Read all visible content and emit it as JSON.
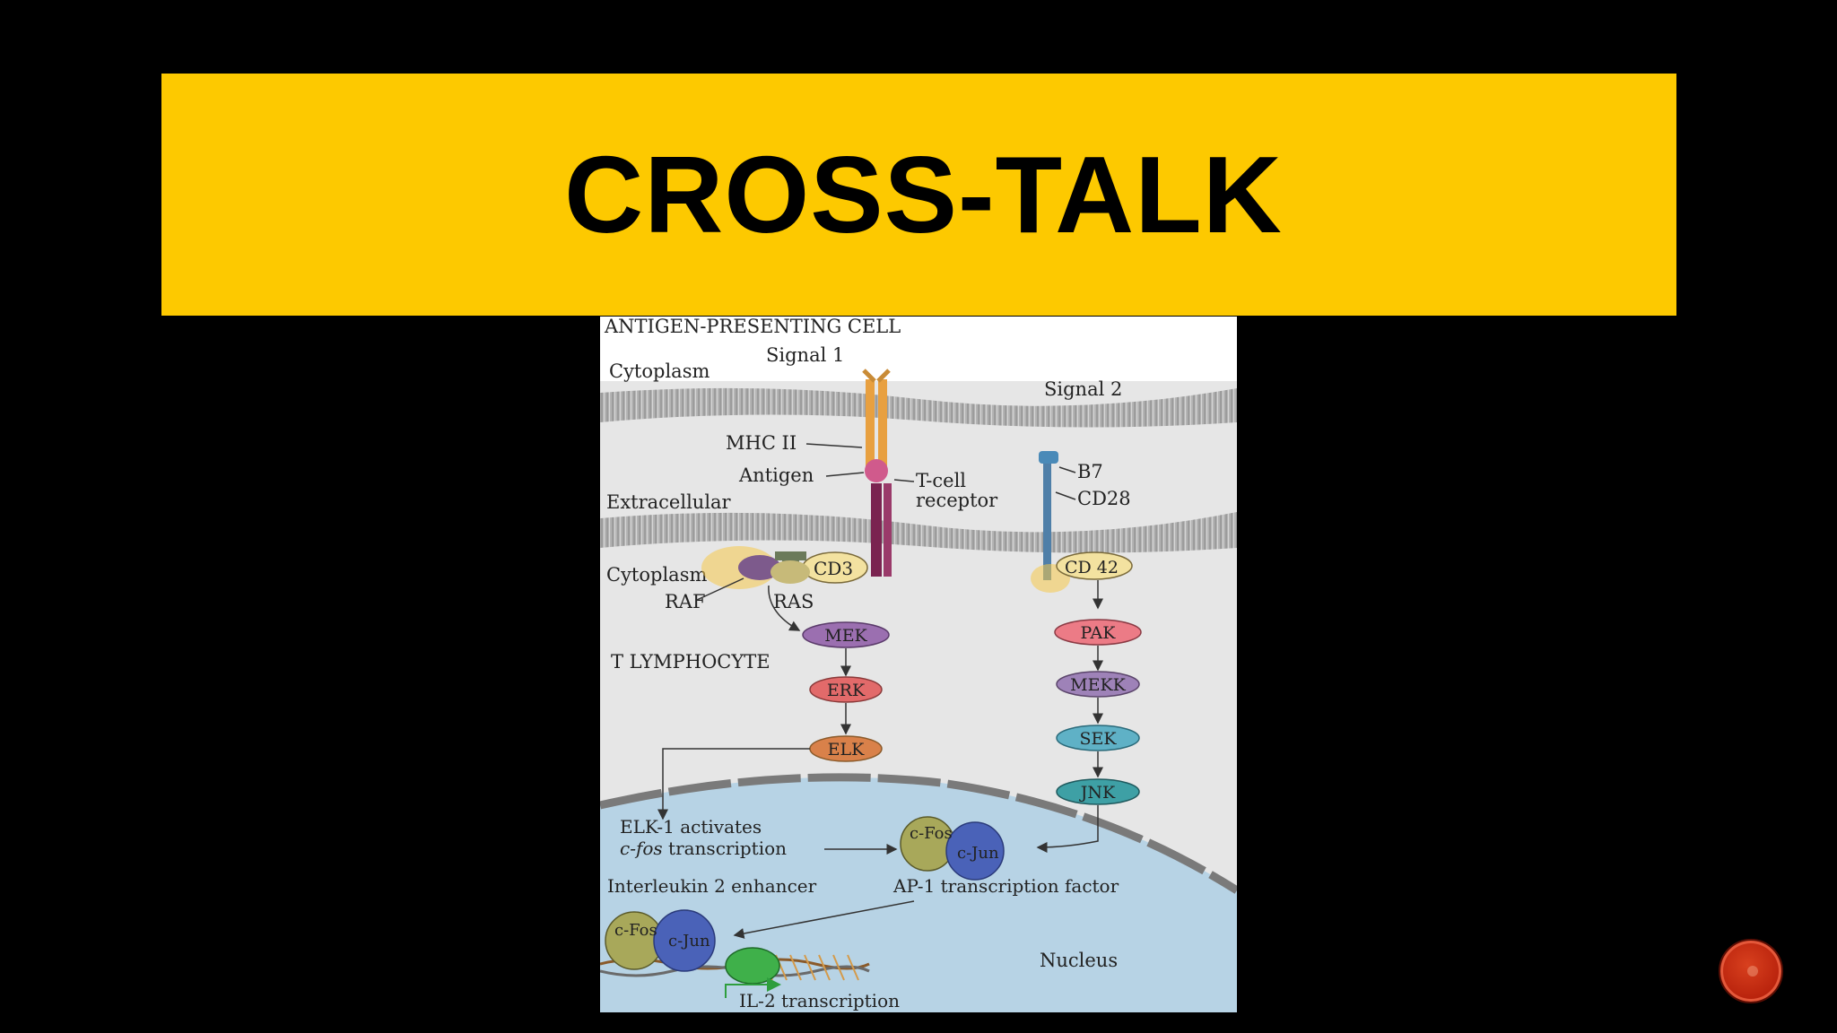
{
  "slide": {
    "title": "CROSS-TALK"
  },
  "figure": {
    "top_label": "ANTIGEN-PRESENTING CELL",
    "signal_1": "Signal 1",
    "signal_2": "Signal 2",
    "cytoplasm_top": "Cytoplasm",
    "extracellular": "Extracellular",
    "cytoplasm_bottom": "Cytoplasm",
    "mhc": "MHC II",
    "antigen": "Antigen",
    "tcr_line1": "T-cell",
    "tcr_line2": "receptor",
    "b7": "B7",
    "cd28": "CD28",
    "cd3": "CD3",
    "raf": "RAF",
    "ras": "RAS",
    "t_lymphocyte": "T LYMPHOCYTE",
    "cd42": "CD 42",
    "left_kinases": [
      "MEK",
      "ERK",
      "ELK"
    ],
    "right_kinases": [
      "PAK",
      "MEKK",
      "SEK",
      "JNK"
    ],
    "elk_line1": "ELK-1 activates",
    "elk_line2_italic": "c-fos",
    "elk_line2_rest": " transcription",
    "c_fos": "c-Fos",
    "c_jun": "c-Jun",
    "ap1": "AP-1 transcription factor",
    "il2_enhancer": "Interleukin 2 enhancer",
    "nucleus": "Nucleus",
    "il2_transcription": "IL-2 transcription"
  },
  "colors": {
    "banner": "#FDC900",
    "background": "#000000",
    "membrane": "#a9a9a9",
    "nucleus": "#b7d3e5",
    "mek": "#9b6fb0",
    "erk": "#e26a6a",
    "elk": "#d9814a",
    "pak": "#ec7b86",
    "mekk": "#9e82b8",
    "sek": "#5fb1c6",
    "jnk": "#3ea0a5",
    "nav_button": "#c62a10"
  },
  "icons": {
    "nav": "red-circle-button"
  }
}
